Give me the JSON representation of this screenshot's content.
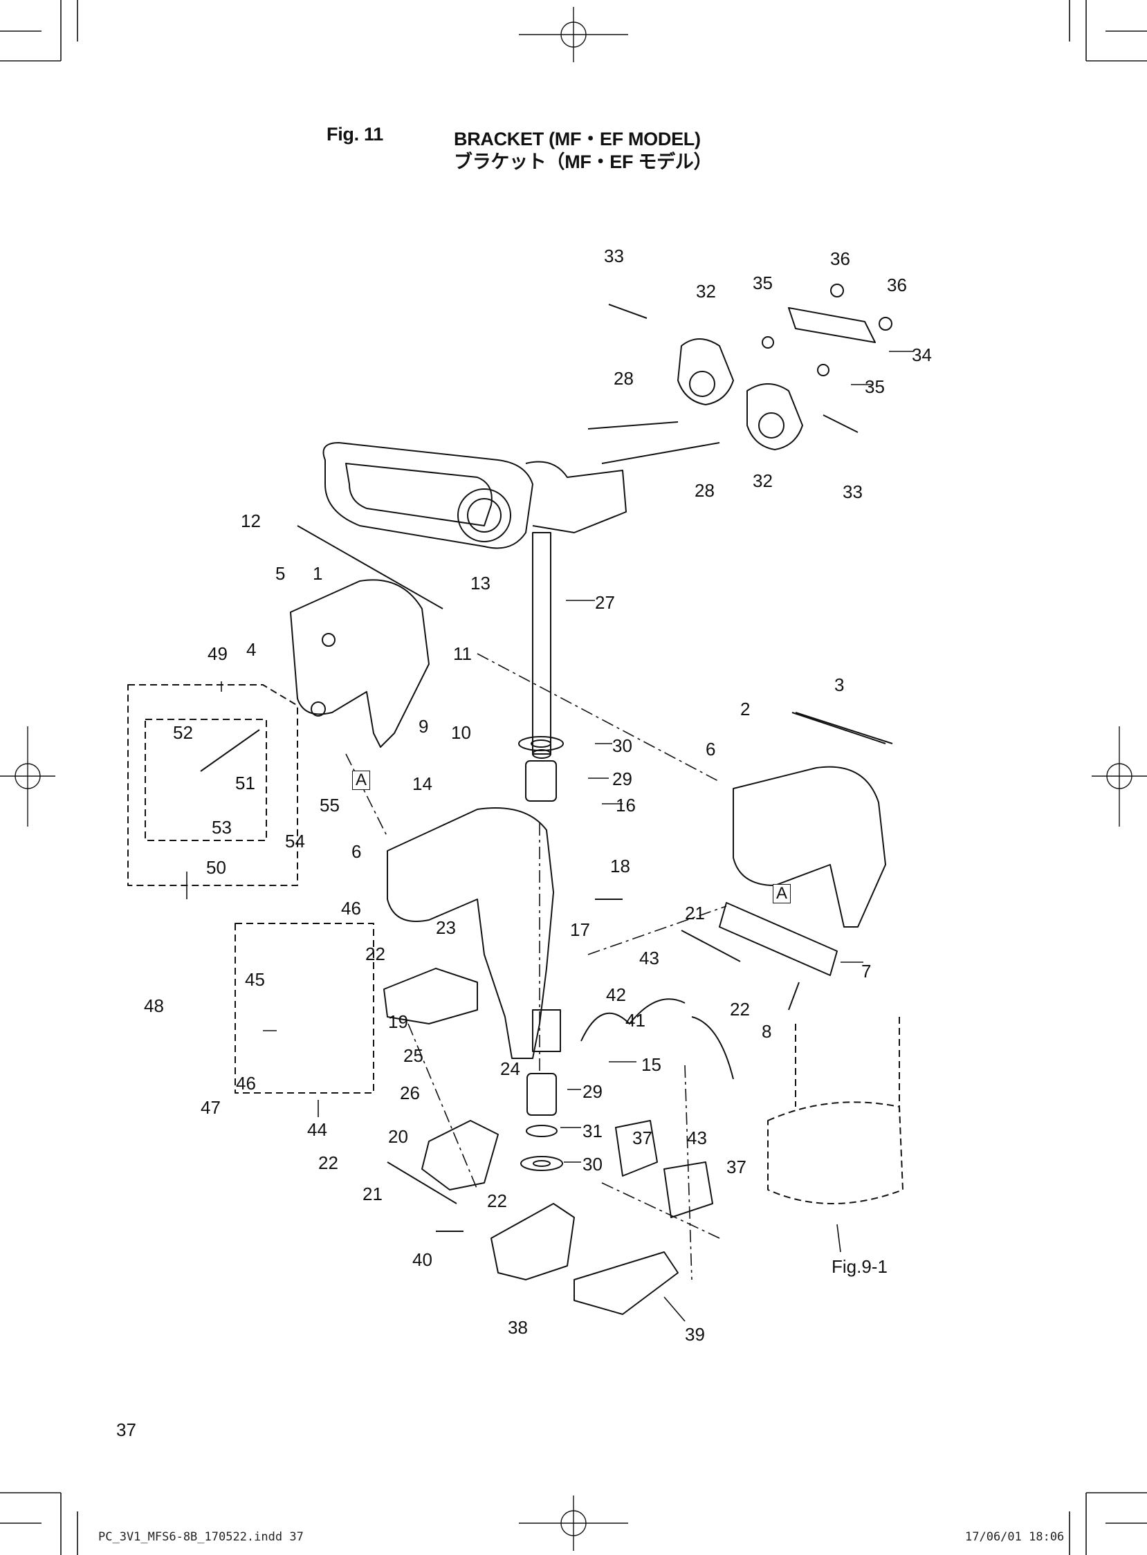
{
  "header": {
    "fig_label": "Fig. 11",
    "title_en": "BRACKET (MF・EF MODEL)",
    "title_jp": "ブラケット（MF・EF モデル）"
  },
  "section_markers": {
    "a1": "A",
    "a2": "A"
  },
  "reference": "Fig.9-1",
  "page_number": "37",
  "footer": {
    "file": "PC_3V1_MFS6-8B_170522.indd   37",
    "timestamp": "17/06/01   18:06"
  },
  "callouts": {
    "c33a": "33",
    "c32a": "32",
    "c35a": "35",
    "c36a": "36",
    "c36b": "36",
    "c34": "34",
    "c35b": "35",
    "c28a": "28",
    "c28b": "28",
    "c32b": "32",
    "c33b": "33",
    "c12": "12",
    "c5": "5",
    "c1": "1",
    "c13": "13",
    "c27": "27",
    "c4": "4",
    "c49": "49",
    "c11": "11",
    "c9": "9",
    "c10": "10",
    "c3": "3",
    "c2": "2",
    "c52": "52",
    "c51": "51",
    "c55": "55",
    "c53": "53",
    "c54": "54",
    "c50": "50",
    "c30a": "30",
    "c29a": "29",
    "c16": "16",
    "c6a": "6",
    "c14": "14",
    "c6b": "6",
    "c18": "18",
    "c17": "17",
    "c21a": "21",
    "c7": "7",
    "c46a": "46",
    "c23": "23",
    "c22a": "22",
    "c43a": "43",
    "c22b": "22",
    "c8": "8",
    "c45": "45",
    "c42": "42",
    "c48": "48",
    "c19": "19",
    "c41": "41",
    "c15": "15",
    "c25": "25",
    "c24": "24",
    "c46b": "46",
    "c47": "47",
    "c26": "26",
    "c29b": "29",
    "c43b": "43",
    "c44": "44",
    "c20": "20",
    "c31": "31",
    "c37a": "37",
    "c22c": "22",
    "c30b": "30",
    "c37b": "37",
    "c21b": "21",
    "c22d": "22",
    "c40": "40",
    "c38": "38",
    "c39": "39"
  }
}
